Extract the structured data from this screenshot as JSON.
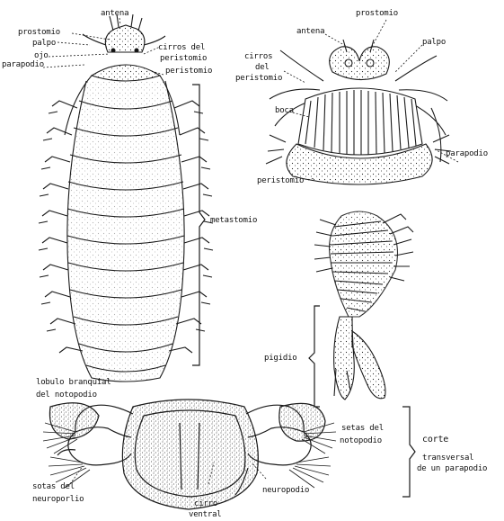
{
  "labels": {
    "dorsal": {
      "antena": "antena",
      "prostomio": "prostomio",
      "palpo": "palpo",
      "ojo": "ojo",
      "cirros_line1": "cirros del",
      "cirros_line2": "peristomio",
      "peristomio": "peristomio",
      "parapodio": "parapodio",
      "metastomio": "metastomio"
    },
    "head": {
      "prostomio": "prostomio",
      "antena": "antena",
      "palpo": "palpo",
      "cirros_line1": "cirros",
      "cirros_line2": "del",
      "cirros_line3": "peristomio",
      "boca": "boca",
      "parapodio": "parapodio",
      "peristomio": "peristomio"
    },
    "tail": {
      "pigidio": "pigidio"
    },
    "section": {
      "lobulo_line1": "lobulo branquial",
      "lobulo_line2": "del notopodio",
      "setas_noto_line1": "setas del",
      "setas_noto_line2": "notopodio",
      "corte_line1": "corte",
      "corte_line2": "transversal",
      "corte_line3": "de un parapodio",
      "setas_neuro_line1": "sotas del",
      "setas_neuro_line2": "neuroporlio",
      "cirro_line1": "cirro",
      "cirro_line2": "ventral",
      "neuropodio": "neuropodio"
    }
  },
  "colors": {
    "ink": "#1a1a1a",
    "paper": "#ffffff"
  }
}
